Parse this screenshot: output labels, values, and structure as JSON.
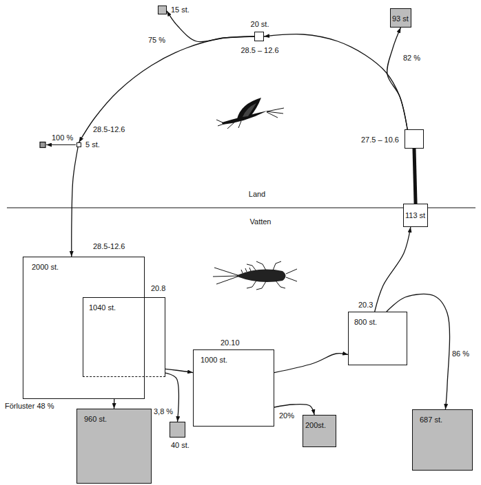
{
  "diagram": {
    "nodes": [
      {
        "text": [
          "15 st."
        ]
      },
      {
        "text": [
          "93 st"
        ]
      },
      {
        "text": [
          "20 st.",
          "28.5 – 12.6"
        ]
      },
      {
        "text": [
          "27.5 – 10.6"
        ]
      },
      {
        "text": [
          "28.5-12.6",
          "5 st."
        ]
      },
      {
        "text": [
          "113 st"
        ]
      },
      {
        "text": [
          "28.5-12.6",
          "2000 st."
        ]
      },
      {
        "text": [
          "20.8",
          "1040 st."
        ]
      },
      {
        "text": [
          "20.3",
          "800 st."
        ]
      },
      {
        "text": [
          "20.10",
          "1000 st."
        ]
      },
      {
        "text": [
          "960 st."
        ]
      },
      {
        "text": [
          "40 st."
        ]
      },
      {
        "text": [
          "200st."
        ]
      },
      {
        "text": [
          "687 st."
        ]
      }
    ],
    "edges": [
      {
        "from": 8,
        "to": 5,
        "arrow": "to"
      },
      {
        "from": 8,
        "to": 13,
        "label": "86 %",
        "arrow": "to"
      },
      {
        "from": 5,
        "to": 3,
        "arrow": "none"
      },
      {
        "from": 3,
        "to": 1,
        "label": "82 %",
        "arrow": "to"
      },
      {
        "from": 3,
        "to": 2,
        "arrow": "to"
      },
      {
        "from": 2,
        "to": 0,
        "label": "75 %",
        "arrow": "to"
      },
      {
        "from": 2,
        "to": 4,
        "arrow": "to"
      },
      {
        "from": 4,
        "to": 6,
        "arrow": "to"
      },
      {
        "from": 6,
        "to": 10,
        "label": "Förluster 48 %",
        "arrow": "to"
      },
      {
        "from": 7,
        "to": 11,
        "label": "3,8 %",
        "arrow": "to"
      },
      {
        "from": 7,
        "to": 9,
        "arrow": "to"
      },
      {
        "from": 9,
        "to": 12,
        "label": "20%",
        "arrow": "to"
      },
      {
        "from": 9,
        "to": 8,
        "arrow": "to"
      }
    ],
    "labels": [
      "Land",
      "Vatten",
      "100 %"
    ]
  }
}
